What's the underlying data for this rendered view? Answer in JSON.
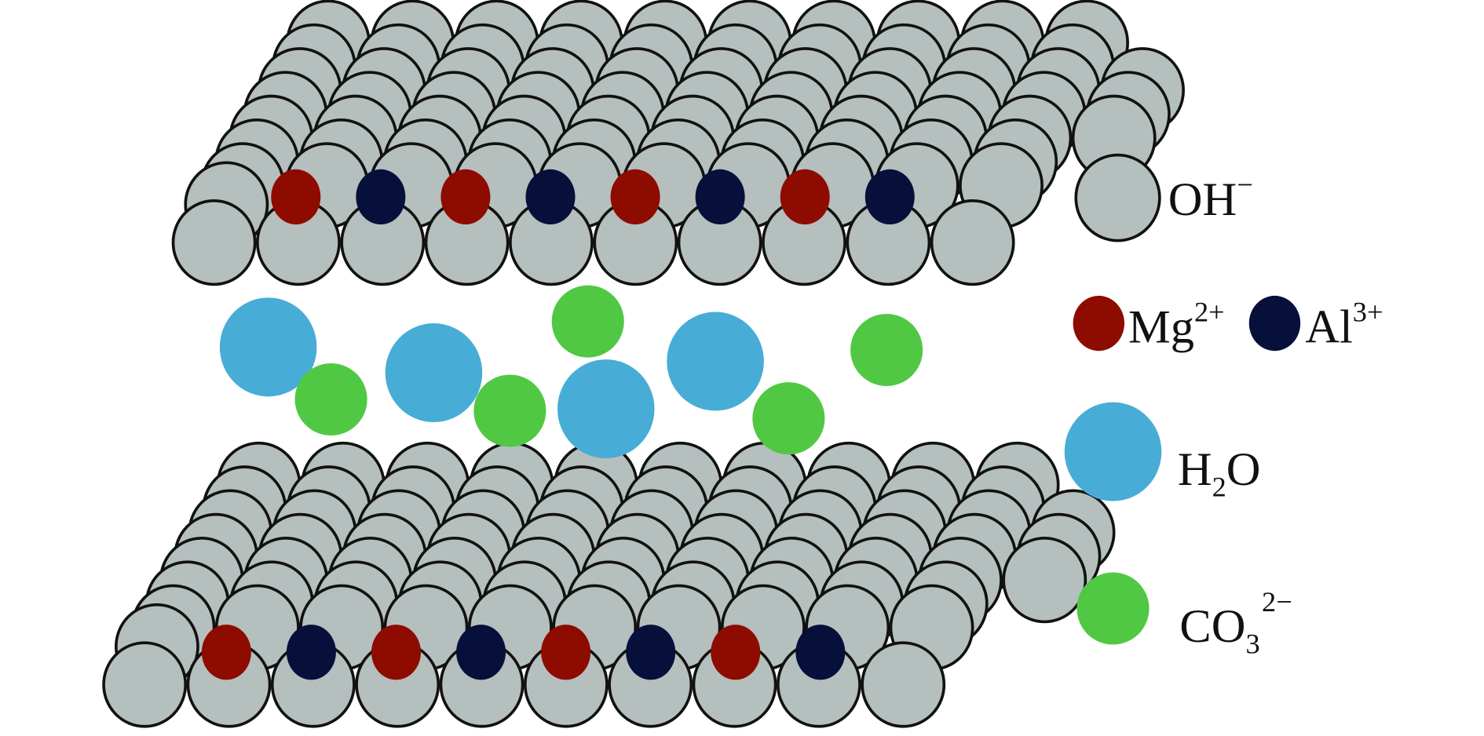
{
  "colors": {
    "oh": "#b5bfbe",
    "outline": "#111111",
    "mg": "#8e0b00",
    "al": "#06103a",
    "h2o": "#47add6",
    "co3": "#50c844"
  },
  "legend": {
    "oh": {
      "base": "OH",
      "sup": "−"
    },
    "mg": {
      "base": "Mg",
      "sup": "2+"
    },
    "al": {
      "base": "Al",
      "sup": "3+"
    },
    "h2o": {
      "base1": "H",
      "sub": "2",
      "base2": "O"
    },
    "co3": {
      "base": "CO",
      "sub": "3",
      "sup": "2−"
    }
  }
}
